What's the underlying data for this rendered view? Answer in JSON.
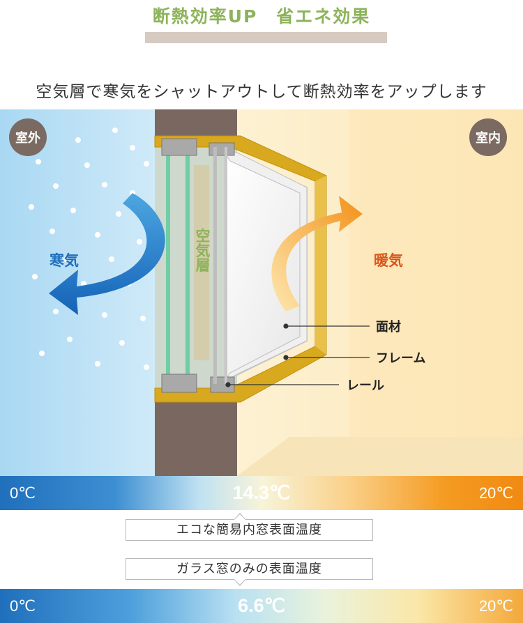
{
  "header": {
    "title": "断熱効率UP　省エネ効果",
    "subtitle": "空気層で寒気をシャットアウトして断熱効率をアップします"
  },
  "diagram": {
    "outside_label": "室外",
    "inside_label": "室内",
    "cold_air_label": "寒気",
    "warm_air_label": "暖気",
    "air_layer_label": "空気層",
    "part_panel": "面材",
    "part_frame": "フレーム",
    "part_rail": "レール"
  },
  "comparison": {
    "eco_window": {
      "left_temp": "0℃",
      "center_temp": "14.3℃",
      "right_temp": "20℃",
      "label": "エコな簡易内窓表面温度"
    },
    "glass_only": {
      "label": "ガラス窓のみの表面温度",
      "left_temp": "0℃",
      "center_temp": "6.6℃",
      "right_temp": "20℃"
    }
  },
  "colors": {
    "title_green": "#8db35a",
    "cold_blue": "#1f6fbc",
    "warm_orange": "#f08a12",
    "frame_gold": "#d8a91e",
    "wall_brown": "#7a6860"
  }
}
